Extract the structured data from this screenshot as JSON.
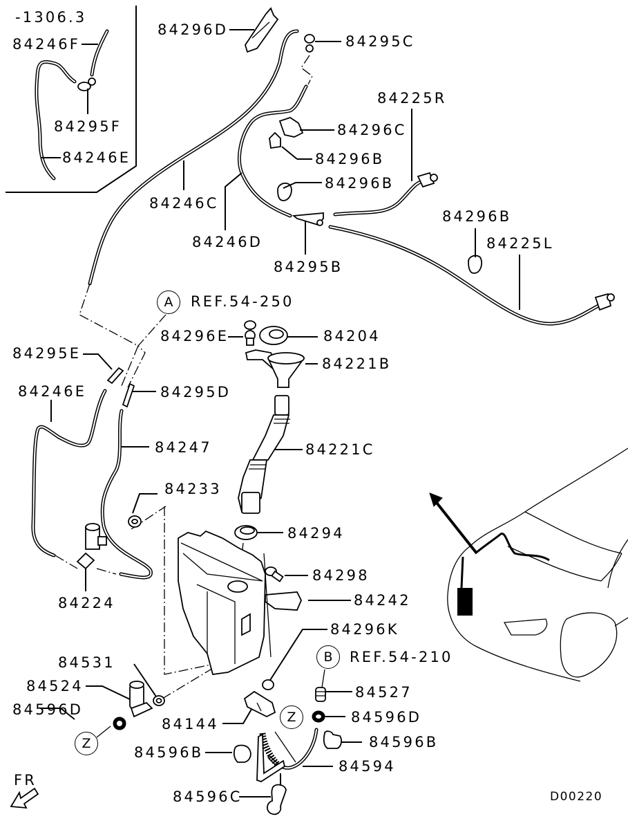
{
  "diagram": {
    "title": "Windshield washer parts diagram",
    "drawing_id": "D00220",
    "inset": {
      "ref_label": "-1306.3",
      "parts": [
        "84246F",
        "84295F",
        "84246E"
      ]
    },
    "refs": [
      {
        "marker": "A",
        "text": "REF.54-250"
      },
      {
        "marker": "B",
        "text": "REF.54-210"
      }
    ],
    "detail_marker": "Z",
    "direction": {
      "label": "FR",
      "icon": "front-arrow-icon"
    },
    "parts": {
      "p84246F": "84246F",
      "p84295F": "84295F",
      "p84246E_inset": "84246E",
      "p84296D": "84296D",
      "p84295C": "84295C",
      "p84225R": "84225R",
      "p84296C": "84296C",
      "p84296B_1": "84296B",
      "p84296B_2": "84296B",
      "p84296B_3": "84296B",
      "p84225L": "84225L",
      "p84246C": "84246C",
      "p84246D": "84246D",
      "p84295B": "84295B",
      "p84296E": "84296E",
      "p84204": "84204",
      "p84221B": "84221B",
      "p84295E": "84295E",
      "p84246E": "84246E",
      "p84295D": "84295D",
      "p84247": "84247",
      "p84221C": "84221C",
      "p84233": "84233",
      "p84294": "84294",
      "p84224": "84224",
      "p84298": "84298",
      "p84242": "84242",
      "p84296K": "84296K",
      "p84531": "84531",
      "p84524": "84524",
      "p84527": "84527",
      "p84596D_1": "84596D",
      "p84596D_2": "84596D",
      "p84144": "84144",
      "p84596B_1": "84596B",
      "p84596B_2": "84596B",
      "p84594": "84594",
      "p84596C": "84596C"
    }
  }
}
